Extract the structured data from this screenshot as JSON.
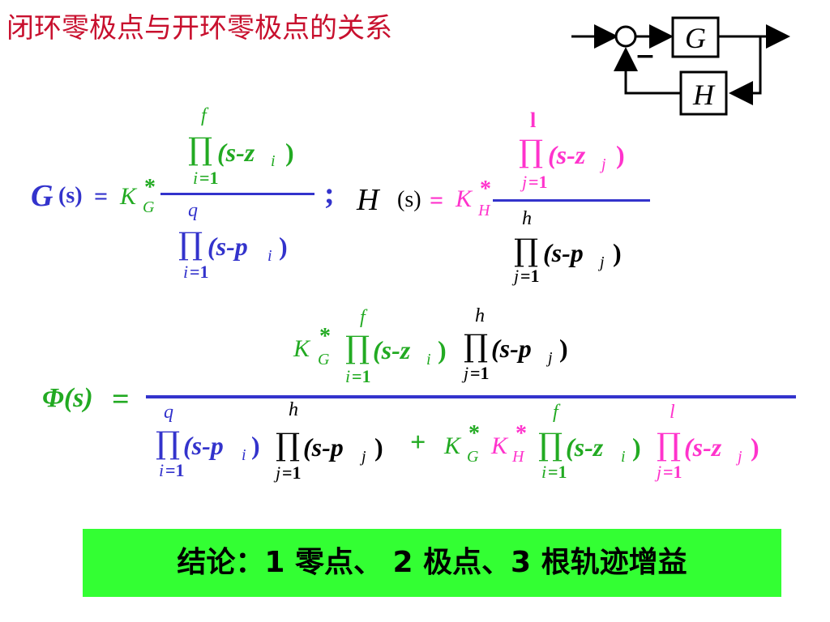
{
  "title": "闭环零极点与开环零极点的关系",
  "diagram": {
    "g_block": "G",
    "h_block": "H",
    "minus_sign": "−"
  },
  "g_formula": {
    "lhs": "G",
    "arg": "(s)",
    "eq": "=",
    "gain_k": "K",
    "gain_star": "*",
    "gain_sub": "G",
    "num": {
      "upper": "f",
      "prod": "∏",
      "term": "(s-z",
      "idx": "i",
      "close": " )",
      "lower_var": "i",
      "lower_rest": "=1"
    },
    "den": {
      "upper": "q",
      "prod": "∏",
      "term": "(s-p",
      "idx": "i",
      "close": " )",
      "lower_var": "i",
      "lower_rest": "=1"
    },
    "separator": ";"
  },
  "h_formula": {
    "lhs": "H",
    "arg": "(s)",
    "eq": "=",
    "gain_k": "K",
    "gain_star": "*",
    "gain_sub": "H",
    "num": {
      "upper": "l",
      "prod": "∏",
      "term": "(s-z",
      "idx": "j",
      "close": " )",
      "lower_var": "j",
      "lower_rest": "=1"
    },
    "den": {
      "upper": "h",
      "prod": "∏",
      "term": "(s-p",
      "idx": "j",
      "close": " )",
      "lower_var": "j",
      "lower_rest": "=1"
    }
  },
  "phi_formula": {
    "lhs": "Φ(s)",
    "eq": "=",
    "num": {
      "gain_k": "K",
      "gain_star": "*",
      "gain_sub": "G",
      "p1": {
        "upper": "f",
        "prod": "∏",
        "term": "(s-z",
        "idx": "i",
        "close": " )",
        "lower_var": "i",
        "lower_rest": "=1"
      },
      "p2": {
        "upper": "h",
        "prod": "∏",
        "term": "(s-p",
        "idx": "j",
        "close": " )",
        "lower_var": "j",
        "lower_rest": "=1"
      }
    },
    "den": {
      "p1": {
        "upper": "q",
        "prod": "∏",
        "term": "(s-p",
        "idx": "i",
        "close": " )",
        "lower_var": "i",
        "lower_rest": "=1"
      },
      "p2": {
        "upper": "h",
        "prod": "∏",
        "term": "(s-p",
        "idx": "j",
        "close": " )",
        "lower_var": "j",
        "lower_rest": "=1"
      },
      "plus": "+",
      "gain_g_k": "K",
      "gain_g_star": "*",
      "gain_g_sub": "G",
      "gain_h_k": "K",
      "gain_h_star": "*",
      "gain_h_sub": "H",
      "p3": {
        "upper": "f",
        "prod": "∏",
        "term": "(s-z",
        "idx": "i",
        "close": " )",
        "lower_var": "i",
        "lower_rest": "=1"
      },
      "p4": {
        "upper": "l",
        "prod": "∏",
        "term": "(s-z",
        "idx": "j",
        "close": " )",
        "lower_var": "j",
        "lower_rest": "=1"
      }
    }
  },
  "conclusion": "结论：1 零点、 2 极点、3 根轨迹增益",
  "colors": {
    "title": "#c8102e",
    "blue": "#3333cc",
    "pink": "#ff33cc",
    "green": "#22aa22",
    "conclusion_bg": "#33ff33"
  }
}
